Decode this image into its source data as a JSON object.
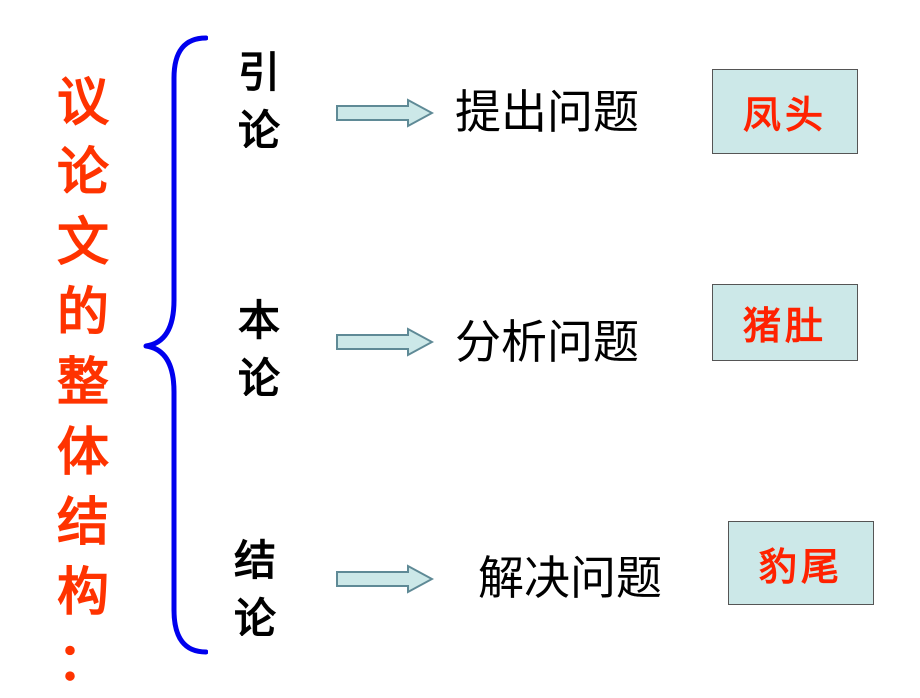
{
  "title": {
    "chars": [
      "议",
      "论",
      "文",
      "的",
      "整",
      "体",
      "结",
      "构",
      "："
    ],
    "color": "#ff3300"
  },
  "brace": {
    "color": "#0000ee"
  },
  "rows": [
    {
      "part": [
        "引",
        "论"
      ],
      "step": "提出问题",
      "tag": "凤头"
    },
    {
      "part": [
        "本",
        "论"
      ],
      "step": "分析问题",
      "tag": "猪肚"
    },
    {
      "part": [
        "结",
        "论"
      ],
      "step": "解决问题",
      "tag": "豹尾"
    }
  ],
  "colors": {
    "tag_bg": "#cce8e8",
    "tag_text": "#ff2200",
    "arrow_fill": "#cce8e8",
    "arrow_stroke": "#5f8a96"
  }
}
